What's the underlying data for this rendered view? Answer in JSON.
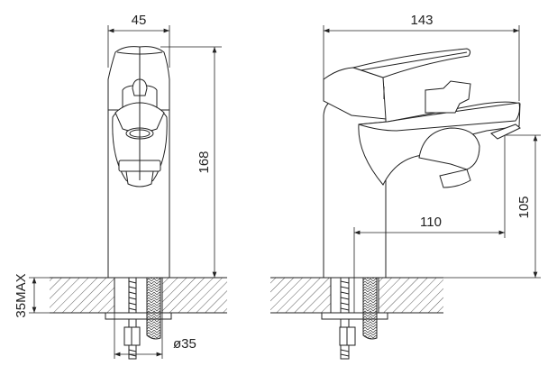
{
  "front_view": {
    "width_label": "45",
    "height_label": "168",
    "counter_thickness_label": "35MAX",
    "hole_diameter_label": "ø35"
  },
  "side_view": {
    "depth_label": "143",
    "spout_height_label": "105",
    "spout_reach_label": "110"
  },
  "colors": {
    "line": "#222222",
    "background": "#ffffff"
  }
}
